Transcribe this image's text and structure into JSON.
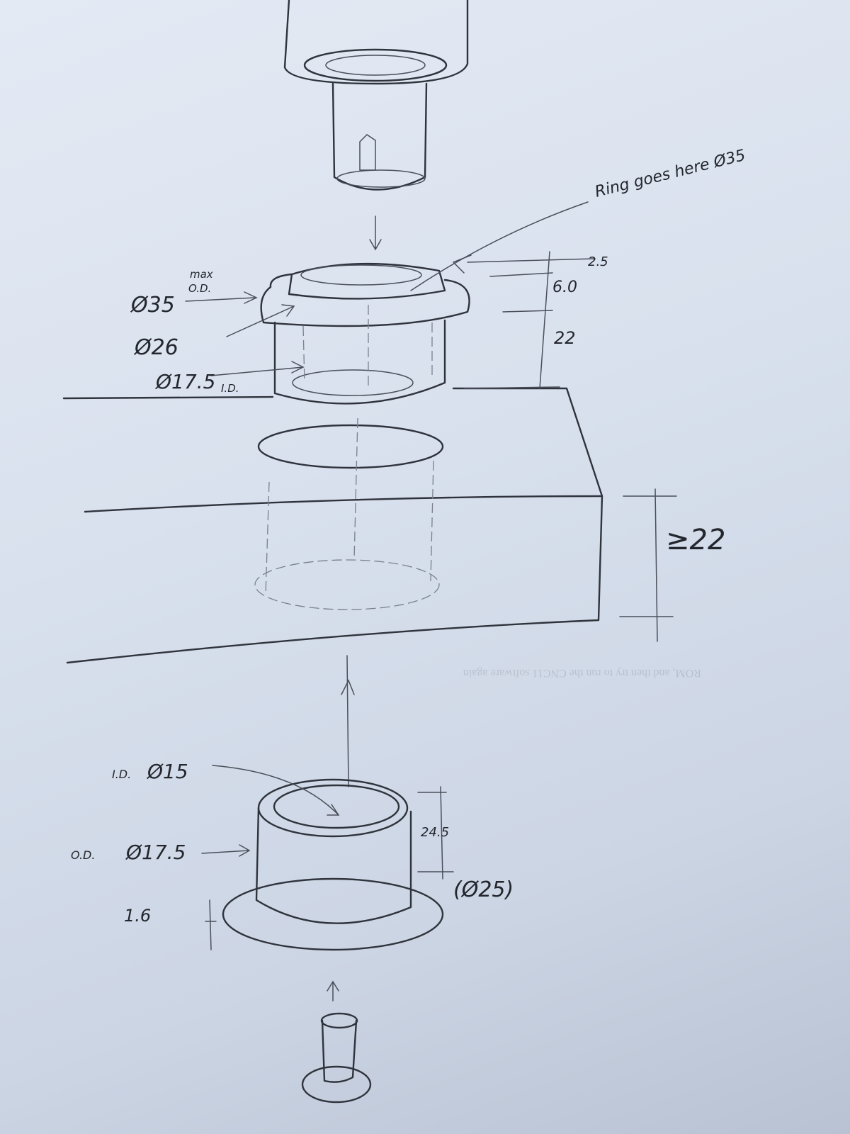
{
  "paper_color": "#dbe2ee",
  "pencil_color": "#2f333c",
  "labels": {
    "ring_note": "Ring goes here Ø35",
    "max_od_max": "max",
    "max_od_od": "O.D.",
    "dia_35": "Ø35",
    "dia_26": "Ø26",
    "dia_17_5_id": "Ø17.5",
    "id_suffix": "I.D.",
    "dim_2_5": "2.5",
    "dim_6_0": "6.0",
    "dim_22": "22",
    "dim_ge_22": "≥22",
    "bush_id_prefix": "I.D.",
    "bush_id": "Ø15",
    "bush_od_prefix": "O.D.",
    "bush_od": "Ø17.5",
    "bush_height": "24.5",
    "flange_thickness": "1.6",
    "flange_dia": "(Ø25)"
  },
  "bleed_through_text": "ROM, and then try to run the CNC11 software again"
}
